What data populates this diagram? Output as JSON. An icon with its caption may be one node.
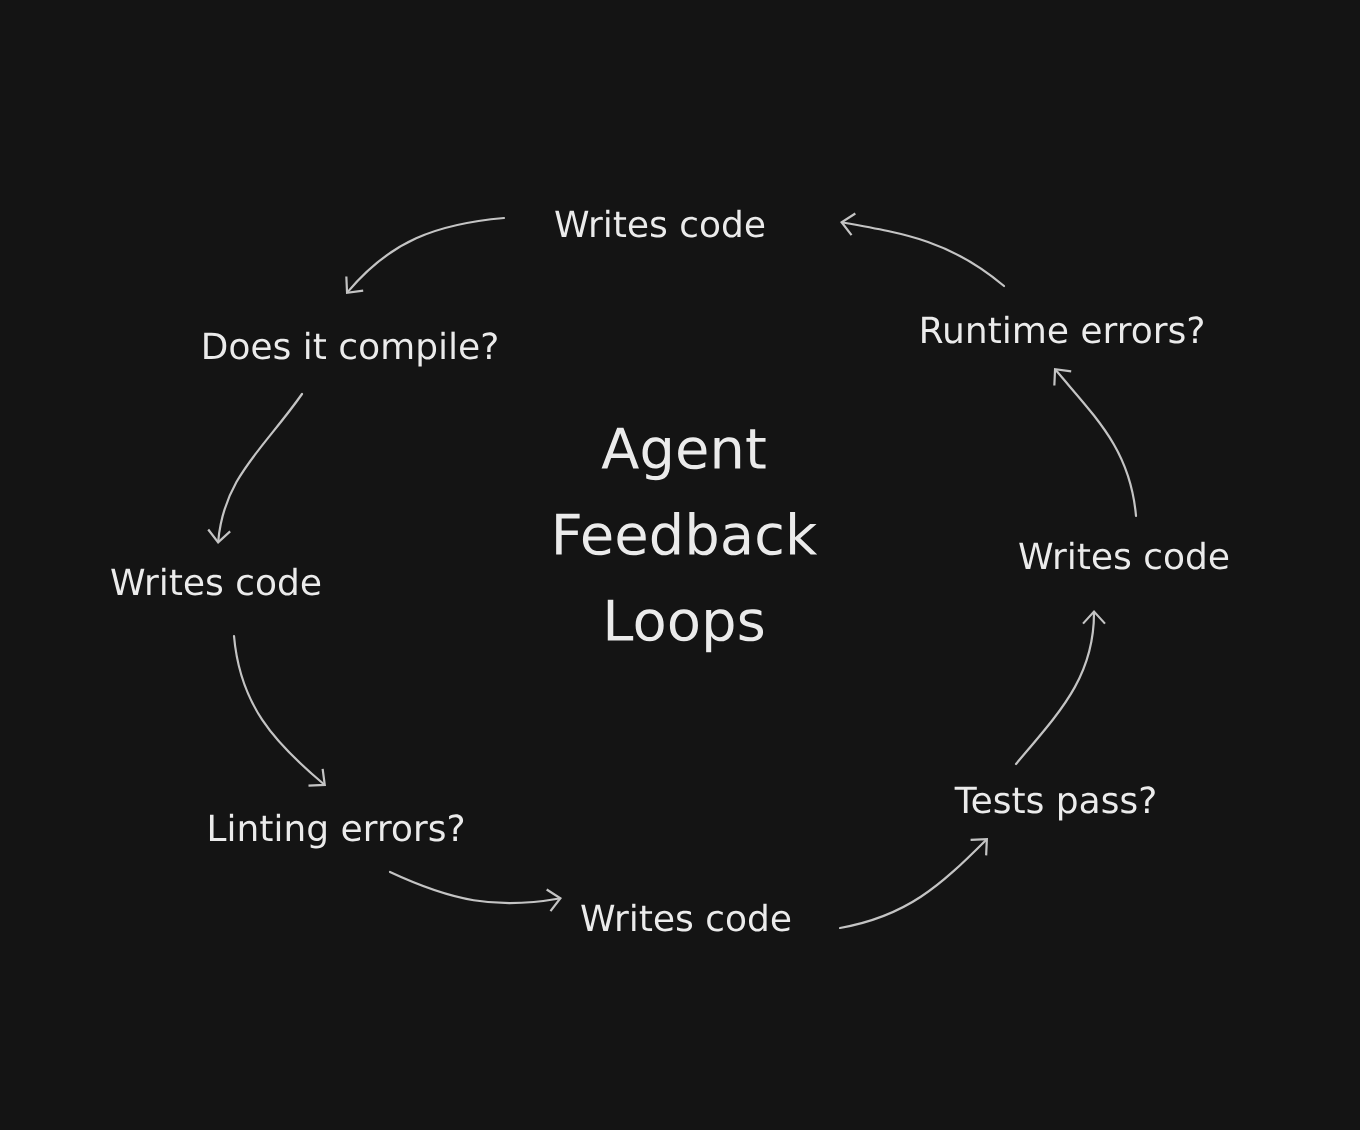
{
  "diagram": {
    "title": "Agent Feedback Loops",
    "nodes": [
      {
        "text": [
          "Writes code"
        ]
      },
      {
        "text": [
          "Does it compile?"
        ]
      },
      {
        "text": [
          "Writes code"
        ]
      },
      {
        "text": [
          "Linting errors?"
        ]
      },
      {
        "text": [
          "Writes code"
        ]
      },
      {
        "text": [
          "Tests pass?"
        ]
      },
      {
        "text": [
          "Writes code"
        ]
      },
      {
        "text": [
          "Runtime errors?"
        ]
      }
    ],
    "edges": [
      {
        "from": 0,
        "to": 1,
        "arrow": "to"
      },
      {
        "from": 1,
        "to": 2,
        "arrow": "to"
      },
      {
        "from": 2,
        "to": 3,
        "arrow": "to"
      },
      {
        "from": 3,
        "to": 4,
        "arrow": "to"
      },
      {
        "from": 4,
        "to": 5,
        "arrow": "to"
      },
      {
        "from": 5,
        "to": 6,
        "arrow": "to"
      },
      {
        "from": 6,
        "to": 7,
        "arrow": "to"
      },
      {
        "from": 7,
        "to": 0,
        "arrow": "to"
      }
    ]
  }
}
